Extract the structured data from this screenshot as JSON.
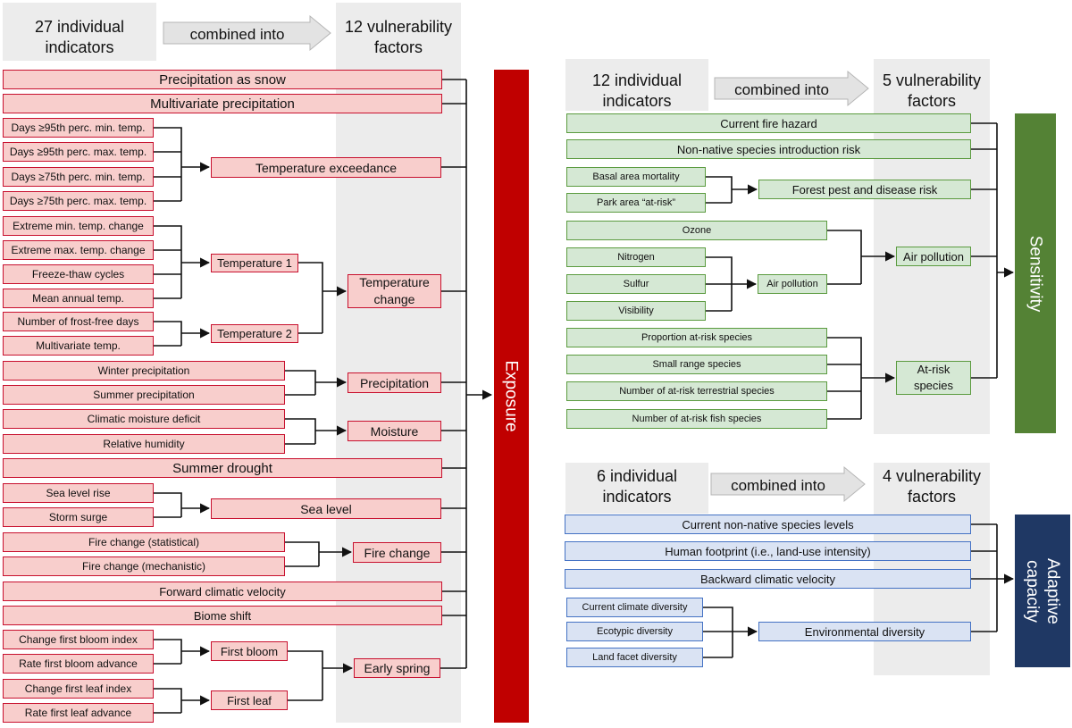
{
  "exposure": {
    "headers": {
      "indicators": "27 individual\nindicators",
      "combined": "combined into",
      "factors": "12 vulnerability\nfactors"
    },
    "label": "Exposure",
    "indicators": [
      "Precipitation as snow",
      "Multivariate precipitation",
      "Days ≥95th perc. min. temp.",
      "Days ≥95th perc. max. temp.",
      "Days ≥75th perc. min. temp.",
      "Days ≥75th perc. max. temp.",
      "Extreme min. temp. change",
      "Extreme max. temp. change",
      "Freeze-thaw cycles",
      "Mean annual temp.",
      "Number of frost-free days",
      "Multivariate temp.",
      "Winter precipitation",
      "Summer  precipitation",
      "Climatic moisture deficit",
      "Relative humidity",
      "Summer drought",
      "Sea level rise",
      "Storm surge",
      "Fire change (statistical)",
      "Fire change (mechanistic)",
      "Forward climatic velocity",
      "Biome shift",
      "Change first bloom index",
      "Rate first bloom advance",
      "Change first leaf index",
      "Rate first leaf advance"
    ],
    "intermediate": [
      "Temperature 1",
      "Temperature 2",
      "First bloom",
      "First leaf"
    ],
    "factors": [
      "Temperature exceedance",
      "Temperature\nchange",
      "Precipitation",
      "Moisture",
      "Sea level",
      "Fire change",
      "Early spring"
    ]
  },
  "sensitivity": {
    "headers": {
      "indicators": "12 individual\nindicators",
      "combined": "combined into",
      "factors": "5 vulnerability\nfactors"
    },
    "label": "Sensitivity",
    "indicators": [
      "Current fire hazard",
      "Non-native species introduction risk",
      "Basal area mortality",
      "Park area “at-risk”",
      "Ozone",
      "Nitrogen",
      "Sulfur",
      "Visibility",
      "Proportion  at-risk species",
      "Small range species",
      "Number of at-risk terrestrial species",
      "Number of at-risk fish species"
    ],
    "intermediate": [
      "Air pollution"
    ],
    "factors": [
      "Forest pest and disease risk",
      "Air pollution",
      "At-risk\nspecies"
    ]
  },
  "adaptive": {
    "headers": {
      "indicators": "6 individual\nindicators",
      "combined": "combined into",
      "factors": "4 vulnerability\nfactors"
    },
    "label": "Adaptive\ncapacity",
    "indicators": [
      "Current non-native species levels",
      "Human footprint (i.e., land-use intensity)",
      "Backward climatic velocity",
      "Current  climate diversity",
      "Ecotypic diversity",
      "Land facet diversity"
    ],
    "factors": [
      "Environmental diversity"
    ]
  },
  "colors": {
    "exposure_bar": "#c00000",
    "sensitivity_bar": "#548235",
    "adaptive_bar": "#1f3864",
    "exposure_box": "#f8cecc",
    "sensitivity_box": "#d5e8d4",
    "adaptive_box": "#dae3f3",
    "column_bg": "#ececec"
  }
}
